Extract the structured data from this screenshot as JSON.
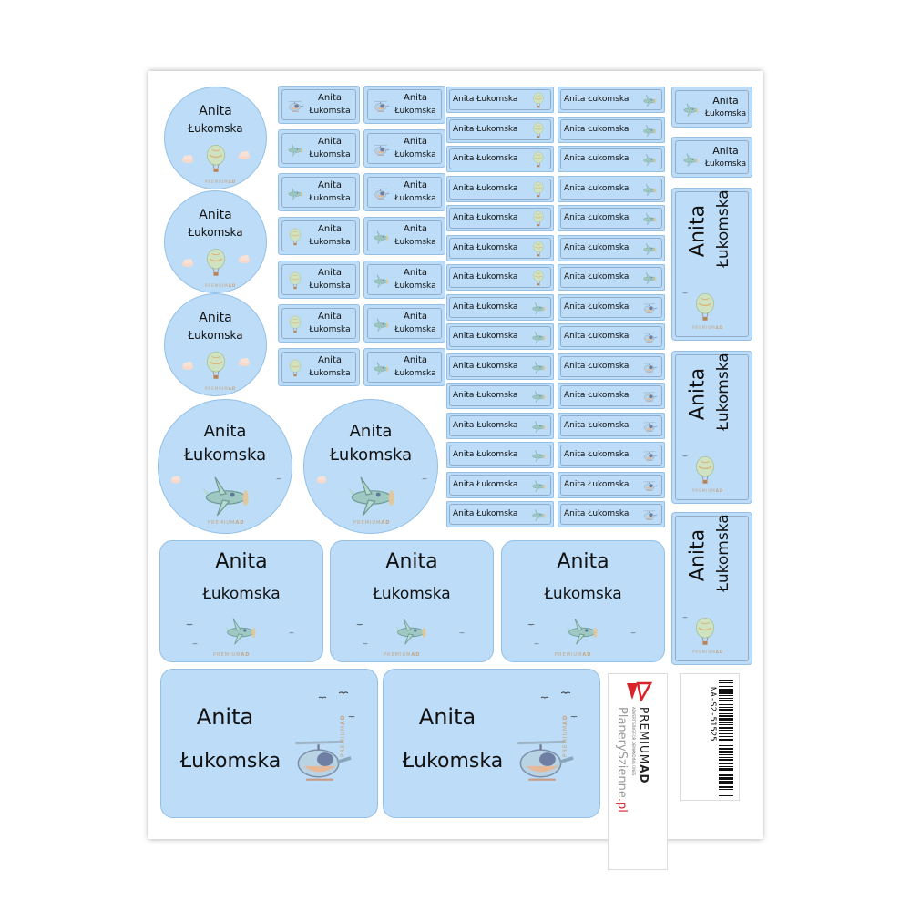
{
  "sticker": {
    "first_name": "Anita",
    "last_name": "Łukomska",
    "full_name": "Anita Łukomska",
    "brand_prefix": "PREMIUM",
    "brand_suffix": "AD"
  },
  "logo_card": {
    "brand_prefix": "PREMIUM",
    "brand_suffix": "AD",
    "brand_tagline": "ADVERTISING FOR DEMANDING ONES",
    "site_name": "PlanerySzienne",
    "site_tld": ".pl"
  },
  "barcode": {
    "code": "NA-S2-51525"
  },
  "colors": {
    "sticker_bg": "#bcdcf7",
    "brand_gold": "#c6a57f",
    "logo_red": "#d8232a"
  },
  "icons": [
    "hot-air-balloon-icon",
    "airplane-icon",
    "helicopter-icon",
    "cloud-icon",
    "bird-icon"
  ]
}
